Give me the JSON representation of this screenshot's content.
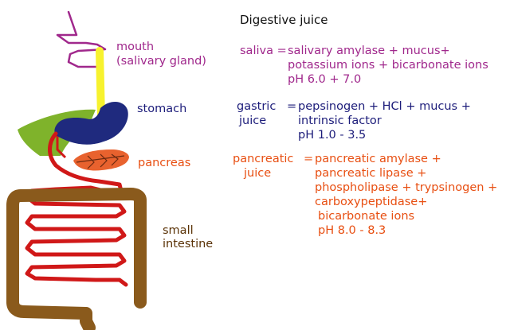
{
  "title": "Digestive juice",
  "colors": {
    "mouth": "#a0288c",
    "esophagus": "#f7f22e",
    "stomach": "#1f2a7e",
    "liver": "#7fb32b",
    "pancreas": "#e8622e",
    "small_intestine": "#d01818",
    "large_intestine": "#8a5a1c",
    "stomach_text": "#1c1c7a",
    "pancreas_text": "#e84f12",
    "intestine_text": "#5a3206"
  },
  "labels": {
    "mouth": "mouth",
    "salivary_gland": "(salivary gland)",
    "stomach": "stomach",
    "pancreas": "pancreas",
    "small": "small",
    "intestine": "intestine"
  },
  "saliva": {
    "term": "saliva =",
    "line1": "salivary amylase + mucus+",
    "line2": "potassium ions + bicarbonate ions",
    "line3": "pH 6.0 + 7.0"
  },
  "gastric": {
    "term1": "gastric",
    "term2": "juice",
    "eq": "=",
    "line1": "pepsinogen + HCl + mucus +",
    "line2": "intrinsic factor",
    "line3": "pH 1.0 - 3.5"
  },
  "pancreatic": {
    "term1": "pancreatic",
    "term2": "juice",
    "eq": "=",
    "line1": "pancreatic amylase +",
    "line2": "pancreatic lipase +",
    "line3": "phospholipase + trypsinogen +",
    "line4": "carboxypeptidase+",
    "line5": "bicarbonate ions",
    "line6": "pH 8.0 - 8.3"
  }
}
